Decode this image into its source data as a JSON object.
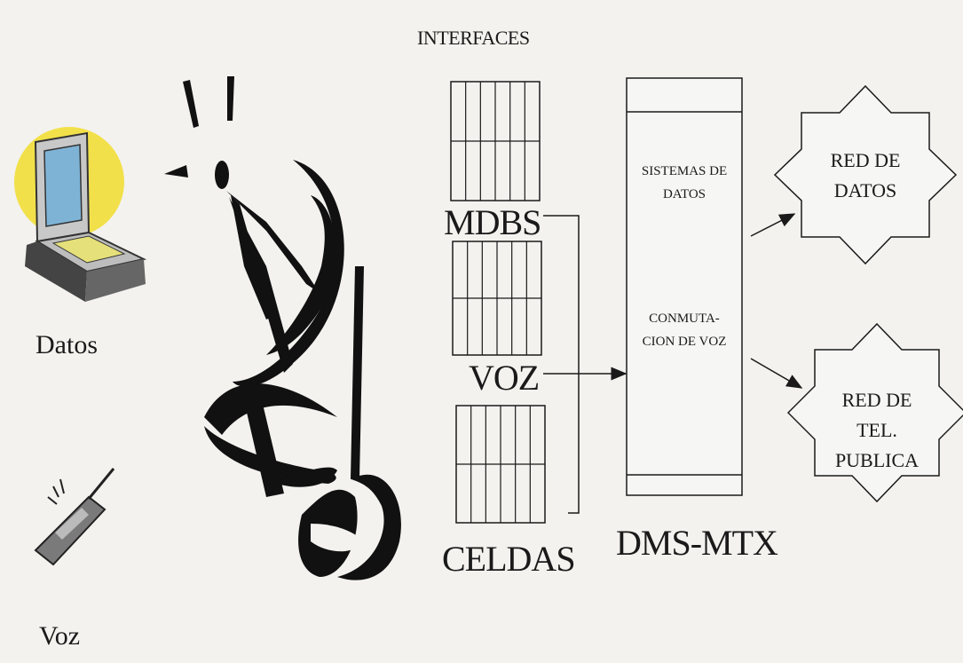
{
  "diagram": {
    "title": "INTERFACES",
    "devices": {
      "data_label": "Datos",
      "voice_label": "Voz"
    },
    "interfaces": [
      {
        "id": "mdbs",
        "label": "MDBS"
      },
      {
        "id": "voz",
        "label": "VOZ"
      },
      {
        "id": "celdas",
        "label": "CELDAS"
      }
    ],
    "switch": {
      "label": "DMS-MTX",
      "section_data": [
        "SISTEMAS DE",
        "DATOS"
      ],
      "section_voice": [
        "CONMUTA-",
        "CION DE VOZ"
      ]
    },
    "networks": [
      {
        "id": "data-net",
        "lines": [
          "RED DE",
          "DATOS"
        ]
      },
      {
        "id": "phone-net",
        "lines": [
          "RED DE",
          "TEL.",
          "PUBLICA"
        ]
      }
    ]
  },
  "colors": {
    "ink": "#1a1a1a",
    "laptop_glow": "#f2e04a",
    "laptop_screen": "#7fb3d6",
    "background": "#f3f2ef"
  }
}
